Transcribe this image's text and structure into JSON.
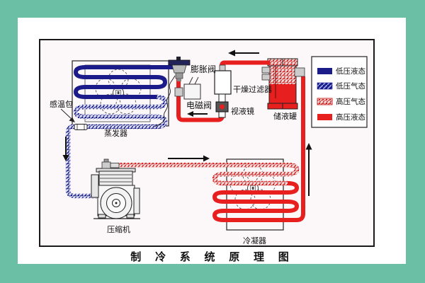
{
  "title": "制 冷 系 统 原 理 图",
  "labels": {
    "sensing_bulb": "感温包",
    "evaporator": "蒸发器",
    "expansion_valve": "膨胀阀",
    "solenoid_valve": "电磁阀",
    "dry_filter": "干燥过滤器",
    "sight_glass": "视液镜",
    "receiver": "储液罐",
    "compressor": "压缩机",
    "condenser": "冷凝器"
  },
  "legend": {
    "items": [
      {
        "label": "低压液态",
        "style": "solid-navy",
        "color": "#1b1b8a"
      },
      {
        "label": "低压气态",
        "style": "hatched-navy",
        "color": "#1b1b8a"
      },
      {
        "label": "高压气态",
        "style": "speckled-red",
        "color": "#e71f1f"
      },
      {
        "label": "高压液态",
        "style": "solid-red",
        "color": "#e71f1f"
      }
    ]
  },
  "colors": {
    "frame_teal": "#6abfa4",
    "panel_white": "#ffffff",
    "diagram_bg": "#fcf7f8",
    "navy_pipe": "#1b1b8a",
    "red_pipe": "#e71f1f",
    "outline_black": "#1a1a1a"
  }
}
